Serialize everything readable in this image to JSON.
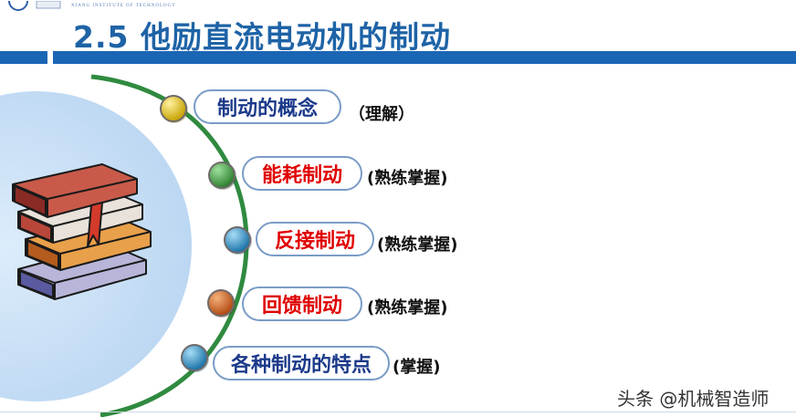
{
  "header": {
    "logo_subtext": "XIANG INSTITUTE OF TECHNOLOGY",
    "title": "2.5  他励直流电动机的制动"
  },
  "items": [
    {
      "label": "制动的概念",
      "note": "（理解）",
      "label_color": "#1b3a8a",
      "dot_color": "#d9b400"
    },
    {
      "label": "能耗制动",
      "note": "(熟练掌握)",
      "label_color": "#e00000",
      "dot_color": "#3f9b3f"
    },
    {
      "label": "反接制动",
      "note": "(熟练掌握)",
      "label_color": "#e00000",
      "dot_color": "#2a8ec4"
    },
    {
      "label": "回馈制动",
      "note": "(熟练掌握)",
      "label_color": "#e00000",
      "dot_color": "#d2601c"
    },
    {
      "label": "各种制动的特点",
      "note": "(掌握)",
      "label_color": "#1b3a8a",
      "dot_color": "#2a8ec4"
    }
  ],
  "illustration": {
    "name": "books-stack-icon"
  },
  "watermark": "头条 @机械智造师"
}
